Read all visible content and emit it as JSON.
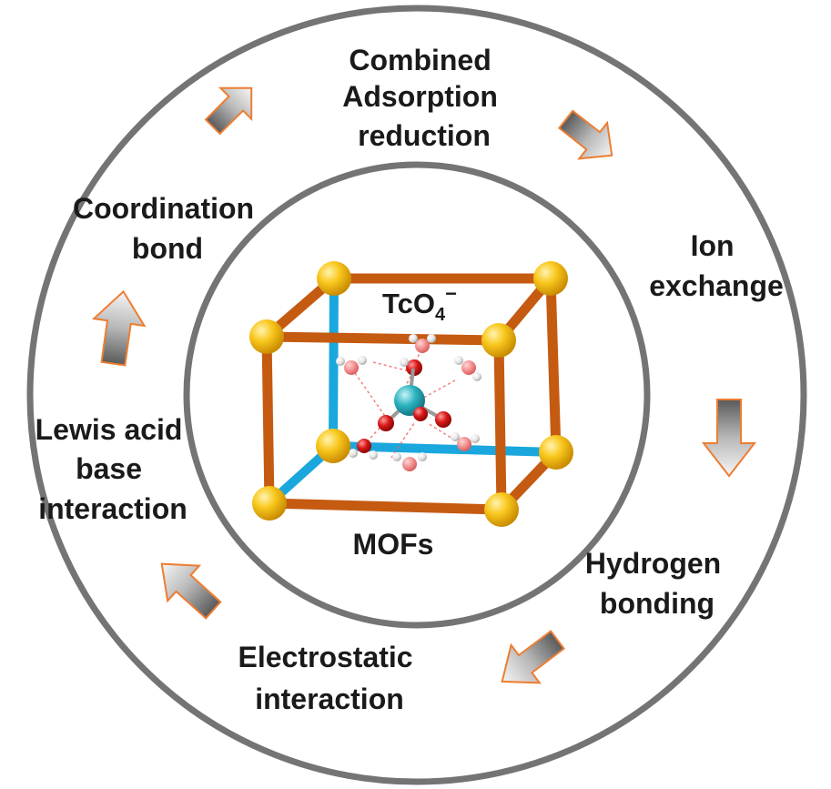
{
  "mechanisms": {
    "combined": [
      "Combined",
      "Adsorption",
      "reduction"
    ],
    "ion_exchange": [
      "Ion",
      "exchange"
    ],
    "hydrogen_bonding": [
      "Hydrogen",
      "bonding"
    ],
    "electrostatic": [
      "Electrostatic",
      "interaction"
    ],
    "lewis": [
      "Lewis acid",
      "base",
      "interaction"
    ],
    "coordination": [
      "Coordination",
      "bond"
    ]
  },
  "center": {
    "anion_base": "TcO",
    "anion_sub": "4",
    "anion_sup": "−",
    "framework": "MOFs"
  },
  "colors": {
    "ring": "#747474",
    "frame_bond": "#c55a11",
    "frame_bond_back": "#1aa7de",
    "node": "#f4b400",
    "arrow_outline": "#ee7d31",
    "tc_atom": "#2bb3c0",
    "oxygen_atom": "#d81818",
    "hydrogen_atom": "#e8e8e8"
  }
}
